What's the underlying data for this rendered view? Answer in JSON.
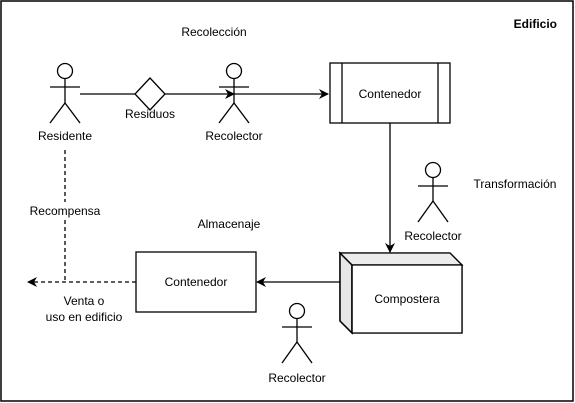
{
  "frame": {
    "title": "Edificio"
  },
  "sections": {
    "recoleccion": "Recolección",
    "transformacion": "Transformación",
    "almacenaje": "Almacenaje"
  },
  "actors": {
    "residente": "Residente",
    "recolector_1": "Recolector",
    "recolector_2": "Recolector",
    "recolector_3": "Recolector"
  },
  "nodes": {
    "residuos": "Residuos",
    "contenedor_top": "Contenedor",
    "contenedor_bottom": "Contenedor",
    "compostera": "Compostera"
  },
  "edges": {
    "recompensa": "Recompensa",
    "venta_line1": "Venta o",
    "venta_line2": "uso en edificio"
  },
  "colors": {
    "stroke": "#000000",
    "background": "#ffffff",
    "cube_fill": "#f5f5f5"
  }
}
